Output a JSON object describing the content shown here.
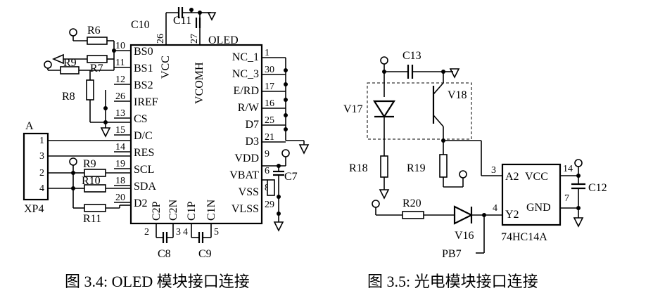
{
  "oled": {
    "chip_name": "OLED",
    "pins_left": [
      {
        "num": "10",
        "name": "BS0"
      },
      {
        "num": "11",
        "name": "BS1"
      },
      {
        "num": "12",
        "name": "BS2"
      },
      {
        "num": "26",
        "name": "IREF"
      },
      {
        "num": "13",
        "name": "CS"
      },
      {
        "num": "15",
        "name": "D/C"
      },
      {
        "num": "14",
        "name": "RES"
      },
      {
        "num": "19",
        "name": "SCL"
      },
      {
        "num": "18",
        "name": "SDA"
      },
      {
        "num": "20",
        "name": "D2"
      }
    ],
    "pins_right": [
      {
        "num": "1",
        "name": "NC_1"
      },
      {
        "num": "30",
        "name": "NC_3"
      },
      {
        "num": "17",
        "name": "E/RD"
      },
      {
        "num": "16",
        "name": "R/W"
      },
      {
        "num": "25",
        "name": "D7"
      },
      {
        "num": "21",
        "name": "D3"
      },
      {
        "num": "9",
        "name": "VDD"
      },
      {
        "num": "6",
        "name": "VBAT"
      },
      {
        "num": "8",
        "name": "VSS"
      },
      {
        "num": "29",
        "name": "VLSS"
      }
    ],
    "pins_top": [
      {
        "num": "26",
        "name": "VCC"
      },
      {
        "num": "27",
        "name": "VCOMH"
      }
    ],
    "pins_bottom": [
      {
        "num": "2",
        "name": "C2P"
      },
      {
        "num": "3",
        "name": "C2N"
      },
      {
        "num": "4",
        "name": "C1P"
      },
      {
        "num": "5",
        "name": "C1N"
      }
    ],
    "resistors": [
      "R6",
      "R7",
      "R9",
      "R8",
      "R9",
      "R10",
      "R11"
    ],
    "capacitors": [
      "C10",
      "C11",
      "C7",
      "C8",
      "C9"
    ],
    "connector": {
      "name": "A",
      "ref": "XP4",
      "pins": [
        "1",
        "3",
        "2",
        "4"
      ]
    }
  },
  "photo": {
    "ic_name": "74HC14A",
    "ic_pins": {
      "a2": "A2",
      "vcc": "VCC",
      "y2": "Y2",
      "gnd": "GND"
    },
    "ic_pin_nums": {
      "a2": "3",
      "vcc": "14",
      "y2": "4",
      "gnd": "7"
    },
    "components": {
      "c13": "C13",
      "v17": "V17",
      "v18": "V18",
      "r18": "R18",
      "r19": "R19",
      "r20": "R20",
      "v16": "V16",
      "c12": "C12",
      "pb7": "PB7"
    }
  },
  "captions": {
    "fig34": "图 3.4: OLED 模块接口连接",
    "fig35": "图 3.5: 光电模块接口连接"
  }
}
